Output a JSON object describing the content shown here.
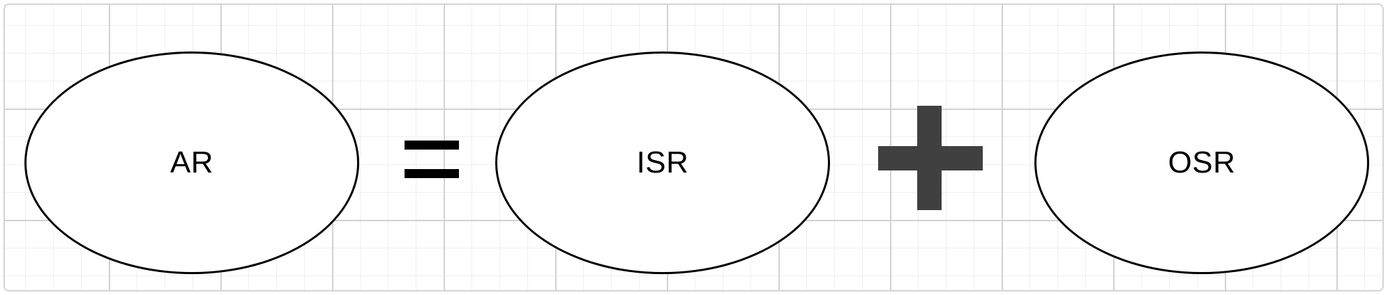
{
  "diagram": {
    "left_node": {
      "label": "AR"
    },
    "middle_node": {
      "label": "ISR"
    },
    "right_node": {
      "label": "OSR"
    },
    "operators": [
      "equals-icon",
      "plus-icon"
    ]
  },
  "colors": {
    "stroke": "#000000",
    "plus": "#404040",
    "grid_major": "#d2d2d2",
    "grid_minor": "#efefef",
    "background": "#ffffff"
  }
}
